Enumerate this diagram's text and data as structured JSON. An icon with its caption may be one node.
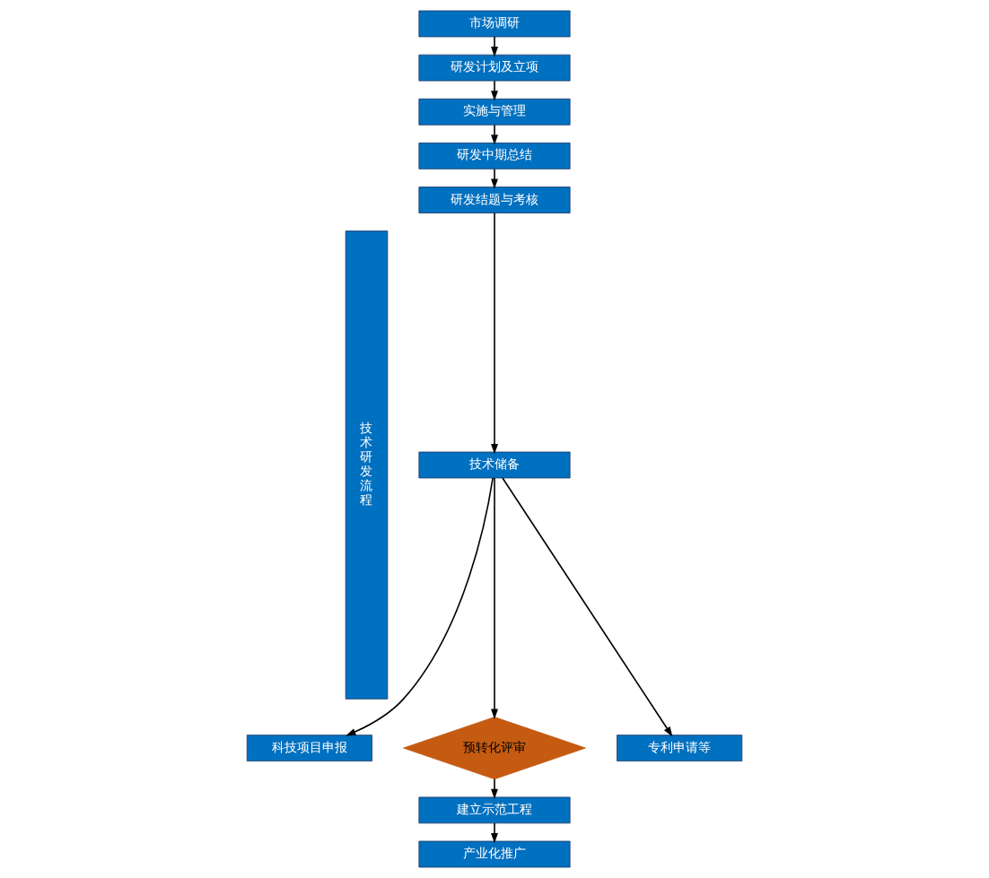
{
  "diagram": {
    "nodes": [
      {
        "text": [
          "技术研发流程"
        ]
      },
      {
        "text": [
          "市场调研"
        ]
      },
      {
        "text": [
          "研发计划及立项"
        ]
      },
      {
        "text": [
          "实施与管理"
        ]
      },
      {
        "text": [
          "研发中期总结"
        ]
      },
      {
        "text": [
          "研发结题与考核"
        ]
      },
      {
        "text": [
          "技术储备"
        ]
      },
      {
        "text": [
          "科技项目申报"
        ]
      },
      {
        "text": [
          "专利申请等"
        ]
      },
      {
        "text": [
          "预转化评审"
        ]
      },
      {
        "text": [
          "建立示范工程"
        ]
      },
      {
        "text": [
          "产业化推广"
        ]
      }
    ],
    "edges": [
      {
        "from": 1,
        "to": 2,
        "arrow": "to"
      },
      {
        "from": 2,
        "to": 3,
        "arrow": "to"
      },
      {
        "from": 3,
        "to": 4,
        "arrow": "to"
      },
      {
        "from": 4,
        "to": 5,
        "arrow": "to"
      },
      {
        "from": 5,
        "to": 6,
        "arrow": "to"
      },
      {
        "from": 6,
        "to": 7,
        "arrow": "to"
      },
      {
        "from": 6,
        "to": 8,
        "arrow": "to"
      },
      {
        "from": 6,
        "to": 9,
        "arrow": "to"
      },
      {
        "from": 9,
        "to": 10,
        "arrow": "to"
      },
      {
        "from": 10,
        "to": 11,
        "arrow": "to"
      }
    ]
  }
}
